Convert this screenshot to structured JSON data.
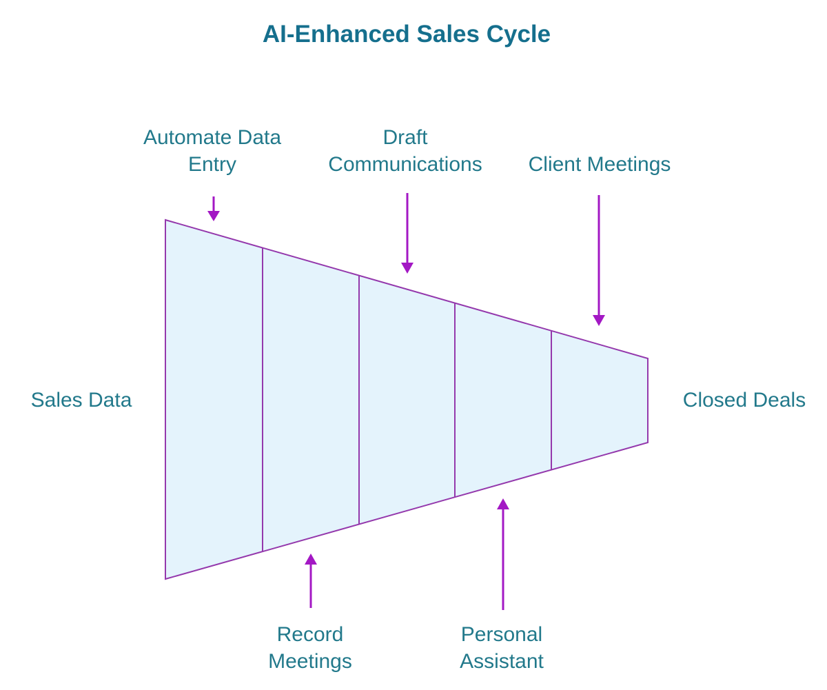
{
  "title": "AI-Enhanced Sales Cycle",
  "colors": {
    "title": "#156f8d",
    "label": "#22798b",
    "funnel-fill": "#e4f3fc",
    "funnel-stroke": "#9438ac",
    "arrow": "#a318c4"
  },
  "funnel": {
    "input_label": "Sales Data",
    "output_label": "Closed Deals",
    "segment_count": 5,
    "direction": "left-to-right, wide to narrow",
    "stages": [
      {
        "id": "automate-data-entry",
        "side": "top",
        "lines": [
          "Automate Data",
          "Entry"
        ]
      },
      {
        "id": "record-meetings",
        "side": "bottom",
        "lines": [
          "Record",
          "Meetings"
        ]
      },
      {
        "id": "draft-communications",
        "side": "top",
        "lines": [
          "Draft",
          "Communications"
        ]
      },
      {
        "id": "personal-assistant",
        "side": "bottom",
        "lines": [
          "Personal",
          "Assistant"
        ]
      },
      {
        "id": "client-meetings",
        "side": "top",
        "lines": [
          "Client Meetings"
        ]
      }
    ]
  }
}
